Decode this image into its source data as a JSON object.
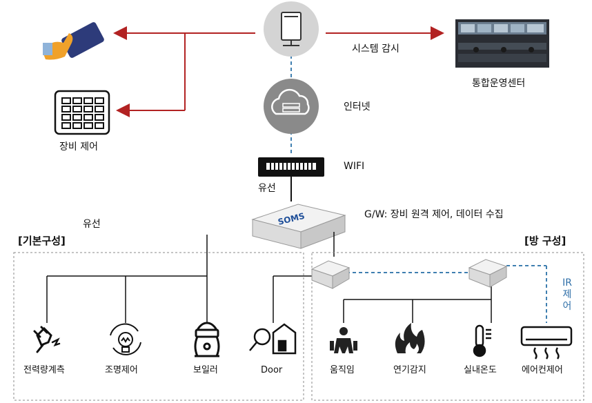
{
  "labels": {
    "system_monitor": "시스템 감시",
    "control_center": "통합운영센터",
    "equipment_control": "장비 제어",
    "internet": "인터넷",
    "wifi": "WIFI",
    "wired_top": "유선",
    "wired_left": "유선",
    "gateway": "G/W: 장비 원격 제어, 데이터 수집",
    "basic_config": "[기본구성]",
    "room_config": "[방 구성]",
    "ir_control": [
      "IR",
      "제",
      "어"
    ]
  },
  "devices_basic": [
    "전력량계측",
    "조명제어",
    "보일러",
    "Door"
  ],
  "devices_room": [
    "움직임",
    "연기감지",
    "실내온도",
    "에어컨제어"
  ],
  "colors": {
    "accent_red": "#b22222",
    "link_blue": "#3f7fb0",
    "box_gray": "#888888"
  }
}
